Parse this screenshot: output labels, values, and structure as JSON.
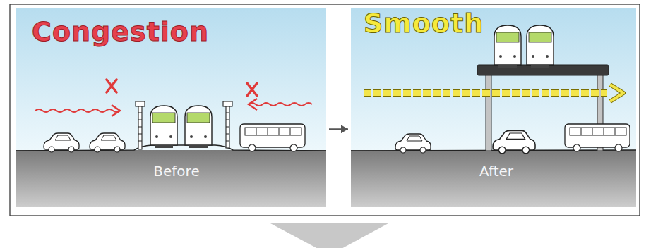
{
  "diagram": {
    "nodes": [
      {
        "text": [
          "Congestion",
          "Before"
        ]
      },
      {
        "text": [
          "Smooth",
          "After"
        ]
      }
    ],
    "edges": [
      {
        "from": 0,
        "to": 1,
        "arrow": "to"
      }
    ]
  }
}
